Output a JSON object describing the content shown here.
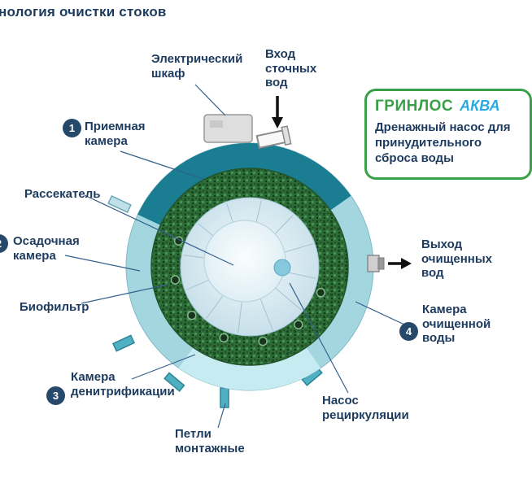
{
  "title": "нология очистки стоков",
  "callout": {
    "brand_green": "ГРИНЛОС",
    "brand_blue": "АКВА",
    "body": "Дренажный насос для принудительного сброса воды"
  },
  "badges": {
    "b1": "1",
    "b2": "2",
    "b3": "3",
    "b4": "4"
  },
  "labels": {
    "electrical_cabinet": "Электрический шкаф",
    "inlet": "Вход сточных вод",
    "receiving_chamber": "Приемная камера",
    "diffuser": "Рассекатель",
    "sedimentation_chamber": "Осадочная камера",
    "biofilter": "Биофильтр",
    "denitrification_chamber": "Камера денитрификации",
    "mounting_loops": "Петли монтажные",
    "recirculation_pump": "Насос рециркуляции",
    "outlet": "Выход очищенных вод",
    "clean_water_chamber": "Камера очищенной воды"
  },
  "colors": {
    "text": "#1c3b5e",
    "brand_green": "#3aa047",
    "brand_blue": "#29abe2",
    "tank_ring": "#a4d6e0",
    "tank_dark_arc": "#1a7d92",
    "tank_bottom_arc": "#c6ebf1",
    "biofilter_green": "#2c6a36"
  }
}
